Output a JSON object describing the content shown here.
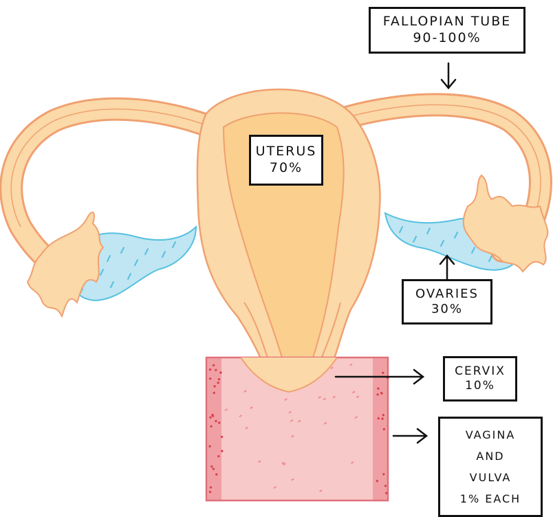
{
  "labels": {
    "fallopian_tube": {
      "name": "FALLOPIAN TUBE",
      "value": "90-100%"
    },
    "uterus": {
      "name": "UTERUS",
      "value": "70%"
    },
    "ovaries": {
      "name": "OVARIES",
      "value": "30%"
    },
    "cervix": {
      "name": "CERVIX",
      "value": "10%"
    },
    "vagina_vulva": {
      "line1": "VAGINA",
      "line2": "AND",
      "line3": "VULVA",
      "value": "1% EACH"
    }
  },
  "colors": {
    "tissue_fill": "#fbd9a8",
    "tissue_stroke": "#f0a070",
    "uterus_cavity": "#fbcf8e",
    "ovary_fill": "#bfe6f2",
    "ovary_dash": "#55c0e0",
    "vagina_fill": "#f7c9c9",
    "vagina_edge": "#e0707a",
    "speckle": "#d8404c",
    "ink": "#111111"
  }
}
